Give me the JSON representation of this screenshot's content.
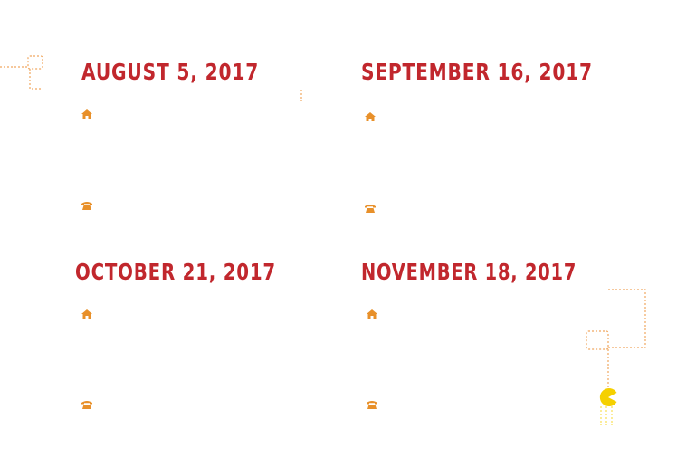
{
  "sections": [
    {
      "date": "AUGUST 5, 2017"
    },
    {
      "date": "SEPTEMBER 16, 2017"
    },
    {
      "date": "OCTOBER 21, 2017"
    },
    {
      "date": "NOVEMBER 18, 2017"
    }
  ],
  "icons": {
    "address": "home-icon",
    "phone": "phone-icon"
  },
  "colors": {
    "accent": "#c1272d",
    "line": "#f0a860",
    "icon": "#e8902a",
    "character": "#f5d000"
  }
}
